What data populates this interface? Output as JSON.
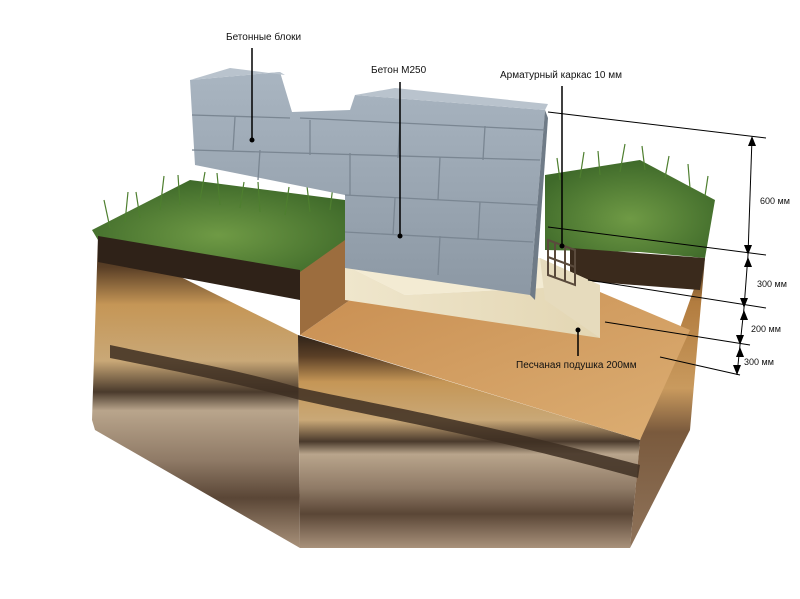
{
  "labels": {
    "concrete_blocks": "Бетонные блоки",
    "concrete_grade": "Бетон М250",
    "rebar_cage": "Арматурный каркас 10 мм",
    "sand_cushion": "Песчаная подушка 200мм"
  },
  "dimensions": {
    "d1": "600 мм",
    "d2": "300 мм",
    "d3": "200 мм",
    "d4": "300 мм"
  },
  "colors": {
    "block": "#9eabb8",
    "block_dark": "#7f8b96",
    "concrete_footing": "#ece2c6",
    "sand": "#d2a268",
    "soil_top": "#3a2a1c",
    "soil_mid": "#b68a52",
    "soil_deep": "#8a7463",
    "grass": "#5d8a3a"
  }
}
